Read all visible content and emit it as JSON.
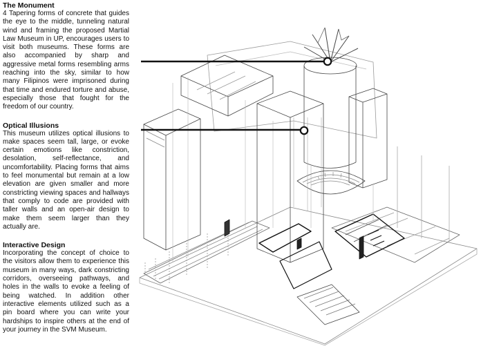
{
  "sections": [
    {
      "title": "The Monument",
      "body": "4 Tapering forms of concrete that guides the eye to the middle, tunneling natural wind and framing the proposed Martial Law Museum in UP, encourages users to visit both museums. These forms are also accompanied by sharp and aggressive metal forms resembling arms reaching into the sky, similar to how many Filipinos were imprisoned during that time and endured torture and abuse, especially those that fought for the freedom of our country."
    },
    {
      "title": "Optical Illusions",
      "body": "This museum utilizes optical illusions to make spaces seem tall, large, or evoke certain emotions like constriction, desolation, self-reflectance, and uncomfortability. Placing forms that aims to feel monumental but remain at a low elevation are given smaller and more constricting viewing spaces and hallways that comply to code are provided with taller walls and an open-air design to make them seem larger than they actually are."
    },
    {
      "title": "Interactive Design",
      "body": "Incorporating the concept of choice to the visitors allow them to experience this museum in many ways, dark constricting corridors, overseeing pathways, and holes in the walls to evoke a feeling of being watched. In addition other interactive elements utilized such as a pin board where you can write your hardships to inspire others at the end of your journey in the SVM Museum."
    }
  ],
  "colors": {
    "ink": "#111111",
    "line": "#555555",
    "paper": "#ffffff"
  }
}
